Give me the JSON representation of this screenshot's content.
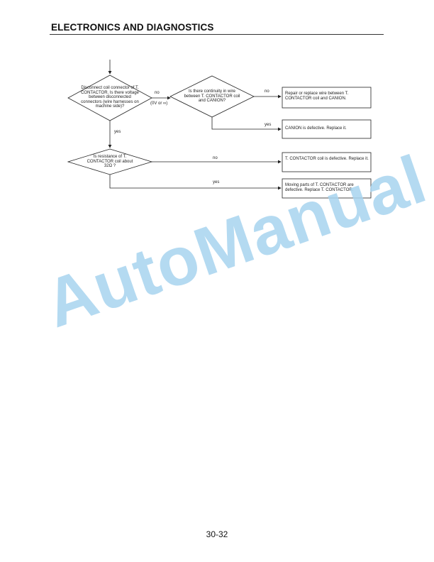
{
  "header": {
    "title": "ELECTRONICS AND DIAGNOSTICS"
  },
  "flowchart": {
    "decision_voltage": "Disconnect coil connector of T. CONTACTOR. Is there voltage between disconnected connectors (wire harnesses on machine side)?",
    "label_no_1": "no",
    "label_no_1_note": "(0V or ∞)",
    "decision_continuity": "Is there continuity in wire between T. CONTACTOR coil and CANION?",
    "label_no_2": "no",
    "result_repair_wire": "Repair or replace wire between T. CONTACTOR coil and CANION.",
    "label_yes_2": "yes",
    "result_canion_defective": "CANION is defective.  Replace it.",
    "label_yes_1": "yes",
    "decision_resistance": "Is resistance of T. CONTACTOR coil about 32Ω ?",
    "label_no_3": "no",
    "result_coil_defective": "T. CONTACTOR coil is defective. Replace it.",
    "label_yes_3": "yes",
    "result_moving_parts": "Moving parts of T. CONTACTOR are defective.  Replace T. CONTACTOR."
  },
  "watermark": {
    "text": "AutoManual"
  },
  "footer": {
    "page_number": "30-32"
  }
}
